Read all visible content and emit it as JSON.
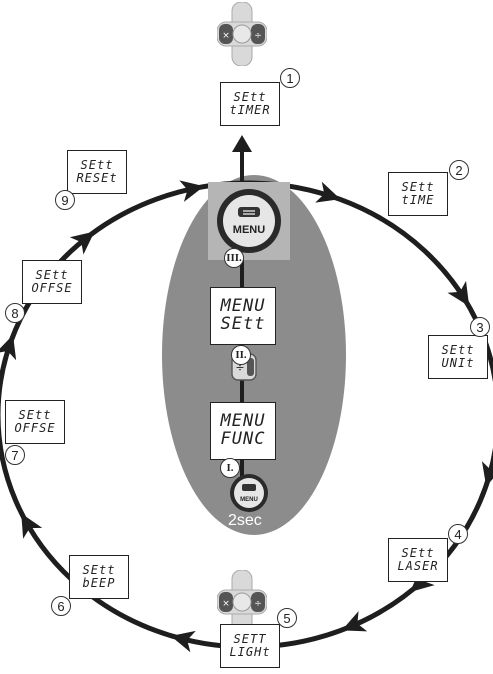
{
  "cycle_screens": [
    {
      "n": "1",
      "lines": [
        "SEtt",
        "tIMER"
      ]
    },
    {
      "n": "2",
      "lines": [
        "SEtt",
        "tIME"
      ]
    },
    {
      "n": "3",
      "lines": [
        "SEtt",
        "UNIt"
      ]
    },
    {
      "n": "4",
      "lines": [
        "SEtt",
        "LASER"
      ]
    },
    {
      "n": "5",
      "lines": [
        "SETT",
        "LIGHt"
      ]
    },
    {
      "n": "6",
      "lines": [
        "SEtt",
        "bEEP"
      ]
    },
    {
      "n": "7",
      "lines": [
        "SEtt",
        "OFFSE"
      ]
    },
    {
      "n": "8",
      "lines": [
        "SEtt",
        "OFFSE"
      ]
    },
    {
      "n": "9",
      "lines": [
        "SEtt",
        "RESEt"
      ]
    }
  ],
  "center_sequence": {
    "menu_func": [
      "MENU",
      "FUNC"
    ],
    "menu_sett": [
      "MENU",
      "SEtt"
    ],
    "steps": [
      "I.",
      "II.",
      "III."
    ],
    "menu_button_label": "MENU",
    "hold_time": "2sec",
    "side_key_glyph": "÷"
  },
  "colors": {
    "oval": "#8c8c8c",
    "track": "#1e1e1e",
    "button_ring": "#2a2a2a",
    "button_face": "#b8b8b8"
  }
}
